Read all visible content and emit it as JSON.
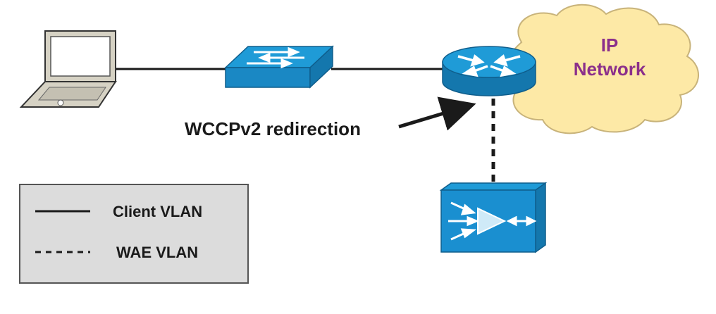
{
  "diagram": {
    "cloud": {
      "line1": "IP",
      "line2": "Network"
    },
    "arrow_label": "WCCPv2 redirection",
    "legend": {
      "items": [
        {
          "style": "solid",
          "label": "Client VLAN"
        },
        {
          "style": "dashed",
          "label": "WAE VLAN"
        }
      ]
    }
  },
  "colors": {
    "device_blue": "#1f9bd7",
    "device_dark": "#1477ad",
    "cloud_fill": "#fde9a6",
    "cloud_text": "#8b2f8b",
    "legend_fill": "#dcdcdc",
    "line": "#1a1a1a"
  },
  "icons": [
    "laptop-icon",
    "switch-icon",
    "router-icon",
    "ip-cloud-icon",
    "wae-appliance-icon"
  ]
}
